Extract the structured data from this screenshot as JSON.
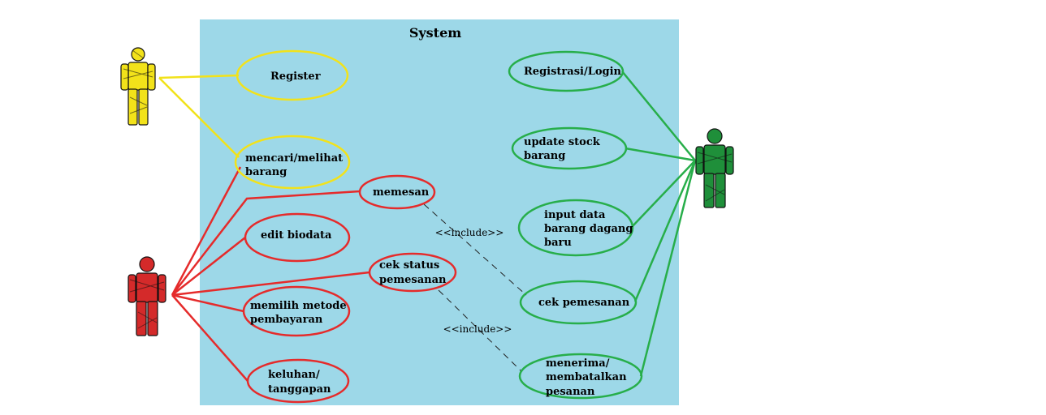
{
  "system": {
    "title": "System",
    "fill": "#9dd8e8"
  },
  "colors": {
    "yellow": "#f2e21a",
    "red": "#e52b2b",
    "green": "#27ae4a"
  },
  "actors": [
    {
      "name": "yellow-actor",
      "color": "#f2e21a"
    },
    {
      "name": "red-actor",
      "color": "#d42a2a"
    },
    {
      "name": "green-actor",
      "color": "#1f8f3a"
    }
  ],
  "use_cases": [
    {
      "name": "register",
      "lines": [
        "Register"
      ]
    },
    {
      "name": "mencari-melihat-barang",
      "lines": [
        "mencari/melihat",
        "barang"
      ]
    },
    {
      "name": "memesan",
      "lines": [
        "memesan"
      ]
    },
    {
      "name": "edit-biodata",
      "lines": [
        "edit biodata"
      ]
    },
    {
      "name": "cek-status-pemesanan",
      "lines": [
        "cek status",
        "pemesanan"
      ]
    },
    {
      "name": "memilih-metode-pembayaran",
      "lines": [
        "memilih metode",
        "pembayaran"
      ]
    },
    {
      "name": "keluhan-tanggapan",
      "lines": [
        "keluhan/",
        "tanggapan"
      ]
    },
    {
      "name": "registrasi-login",
      "lines": [
        "Registrasi/Login"
      ]
    },
    {
      "name": "update-stock-barang",
      "lines": [
        "update stock",
        "barang"
      ]
    },
    {
      "name": "input-data-barang",
      "lines": [
        "input data",
        "barang dagang",
        "baru"
      ]
    },
    {
      "name": "cek-pemesanan",
      "lines": [
        "cek pemesanan"
      ]
    },
    {
      "name": "menerima-membatalkan-pesanan",
      "lines": [
        "menerima/",
        "membatalkan",
        "pesanan"
      ]
    }
  ],
  "includes": [
    {
      "name": "include-memesan",
      "label": "<<include>>"
    },
    {
      "name": "include-cek-status",
      "label": "<<include>>"
    }
  ]
}
